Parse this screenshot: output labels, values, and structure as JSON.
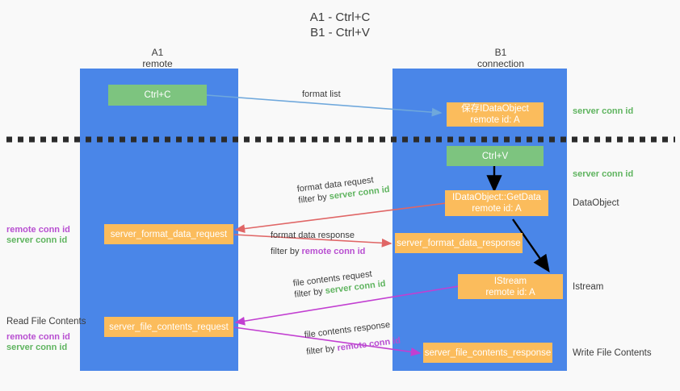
{
  "title": {
    "line1": "A1 - Ctrl+C",
    "line2": "B1 - Ctrl+V"
  },
  "columns": [
    {
      "name": "A1",
      "role": "remote"
    },
    {
      "name": "B1",
      "role": "connection"
    }
  ],
  "nodes": {
    "ctrl_c": {
      "label": "Ctrl+C"
    },
    "save_idataobject": {
      "line1": "保存IDataObject",
      "line2": "remote id: A"
    },
    "ctrl_v": {
      "label": "Ctrl+V"
    },
    "getdata": {
      "line1": "IDataObject::GetData",
      "line2": "remote id: A"
    },
    "server_format_data_request": {
      "label": "server_format_data_request"
    },
    "server_format_data_response": {
      "label": "server_format_data_response"
    },
    "istream": {
      "line1": "IStream",
      "line2": "remote id: A"
    },
    "server_file_contents_request": {
      "label": "server_file_contents_request"
    },
    "server_file_contents_response": {
      "label": "server_file_contents_response"
    }
  },
  "edges": {
    "format_list": {
      "label": "format list"
    },
    "format_data_request": {
      "l1": "format data request",
      "l2_prefix": "filter by ",
      "l2_tag": "server conn id"
    },
    "format_data_response": {
      "l1": "format data response",
      "l2_prefix": "filter by ",
      "l2_tag": "remote conn id"
    },
    "file_contents_request": {
      "l1": "file contents request",
      "l2_prefix": "filter by ",
      "l2_tag": "server conn id"
    },
    "file_contents_response": {
      "l1": "file contents response",
      "l2_prefix": "filter by ",
      "l2_tag": "remote conn id"
    }
  },
  "right_notes": {
    "server_conn_id_top": "server conn id",
    "server_conn_id_mid": "server conn id",
    "dataobject": "DataObject",
    "istream": "Istream",
    "write_file_contents": "Write File Contents"
  },
  "left_notes": {
    "remote_conn_id_1": "remote conn id",
    "server_conn_id_1": "server conn id",
    "read_file_contents": "Read File Contents",
    "remote_conn_id_2": "remote conn id",
    "server_conn_id_2": "server conn id"
  },
  "colors": {
    "lane": "#4a86e8",
    "green_node": "#7dc47f",
    "orange_node": "#fbbc5c",
    "server_conn": "#5fb45f",
    "remote_conn": "#b84fd1",
    "arrow_blue": "#6fa8dc",
    "arrow_red": "#e06666",
    "arrow_magenta": "#c23fd1",
    "arrow_black": "#000000",
    "background": "#f9f9f9"
  }
}
